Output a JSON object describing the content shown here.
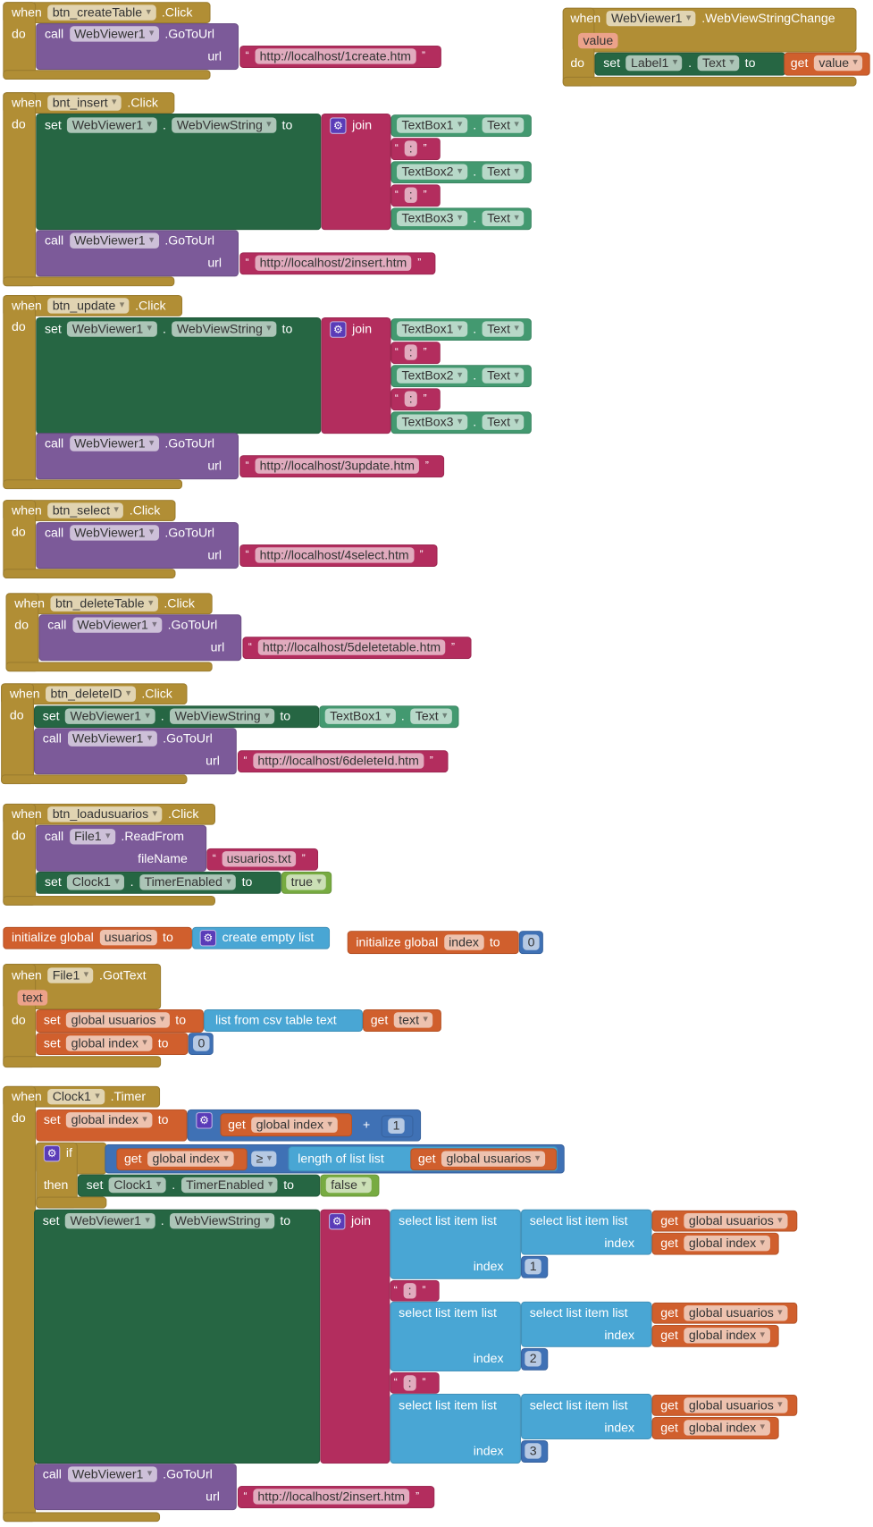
{
  "k": {
    "when": "when",
    "do": "do",
    "call": "call",
    "set": "set",
    "to": "to",
    "get": "get",
    "join": "join",
    "url": "url",
    "dot": ".",
    "if": "if",
    "then": "then",
    "index": "index",
    "init": "initialize global",
    "plus": "+",
    "sep": ":",
    "create_empty_list": "create empty list",
    "select_list_item": "select list item  list",
    "length_of_list": "length of list  list",
    "list_from_csv": "list from csv table  text",
    "file_name": "fileName",
    "oq": "“",
    "cq": "”",
    "gear": "⚙",
    "arrow": "▾"
  },
  "blocks": {
    "create_table": {
      "component": "btn_createTable",
      "event": ".Click",
      "target": "WebViewer1",
      "method": ".GoToUrl",
      "url": "http://localhost/1create.htm"
    },
    "webview_change": {
      "component": "WebViewer1",
      "event": ".WebViewStringChange",
      "param": "value",
      "set_component": "Label1",
      "set_property": "Text",
      "get_var": "value"
    },
    "insert": {
      "component": "bnt_insert",
      "event": ".Click",
      "set_component": "WebViewer1",
      "set_property": "WebViewString",
      "join_items": [
        {
          "component": "TextBox1",
          "property": "Text"
        },
        {
          "component": "TextBox2",
          "property": "Text"
        },
        {
          "component": "TextBox3",
          "property": "Text"
        }
      ],
      "target": "WebViewer1",
      "method": ".GoToUrl",
      "url": "http://localhost/2insert.htm"
    },
    "update": {
      "component": "btn_update",
      "event": ".Click",
      "set_component": "WebViewer1",
      "set_property": "WebViewString",
      "join_items": [
        {
          "component": "TextBox1",
          "property": "Text"
        },
        {
          "component": "TextBox2",
          "property": "Text"
        },
        {
          "component": "TextBox3",
          "property": "Text"
        }
      ],
      "target": "WebViewer1",
      "method": ".GoToUrl",
      "url": "http://localhost/3update.htm"
    },
    "select": {
      "component": "btn_select",
      "event": ".Click",
      "target": "WebViewer1",
      "method": ".GoToUrl",
      "url": "http://localhost/4select.htm"
    },
    "delete_table": {
      "component": "btn_deleteTable",
      "event": ".Click",
      "target": "WebViewer1",
      "method": ".GoToUrl",
      "url": "http://localhost/5deletetable.htm"
    },
    "delete_id": {
      "component": "btn_deleteID",
      "event": ".Click",
      "set_component": "WebViewer1",
      "set_property": "WebViewString",
      "value_component": "TextBox1",
      "value_property": "Text",
      "target": "WebViewer1",
      "method": ".GoToUrl",
      "url": "http://localhost/6deleteId.htm"
    },
    "load_usuarios": {
      "component": "btn_loadusuarios",
      "event": ".Click",
      "target": "File1",
      "method": ".ReadFrom",
      "file_name": "usuarios.txt",
      "set_component": "Clock1",
      "set_property": "TimerEnabled",
      "value": "true"
    },
    "init_usuarios": {
      "name": "usuarios"
    },
    "init_index": {
      "name": "index",
      "value": "0"
    },
    "got_text": {
      "component": "File1",
      "event": ".GotText",
      "param": "text",
      "set1_var": "global usuarios",
      "get_var": "text",
      "set2_var": "global index",
      "set2_value": "0"
    },
    "timer": {
      "component": "Clock1",
      "event": ".Timer",
      "set_var": "global index",
      "get_var": "global index",
      "add_value": "1",
      "cmp_var": "global index",
      "cmp_op": "≥",
      "list_var": "global usuarios",
      "then_component": "Clock1",
      "then_property": "TimerEnabled",
      "then_value": "false",
      "set_component": "WebViewer1",
      "set_property": "WebViewString",
      "items": [
        {
          "list_var": "global usuarios",
          "index_var": "global index",
          "index": "1"
        },
        {
          "list_var": "global usuarios",
          "index_var": "global index",
          "index": "2"
        },
        {
          "list_var": "global usuarios",
          "index_var": "global index",
          "index": "3"
        }
      ],
      "target": "WebViewer1",
      "method": ".GoToUrl",
      "url": "http://localhost/2insert.htm"
    }
  }
}
